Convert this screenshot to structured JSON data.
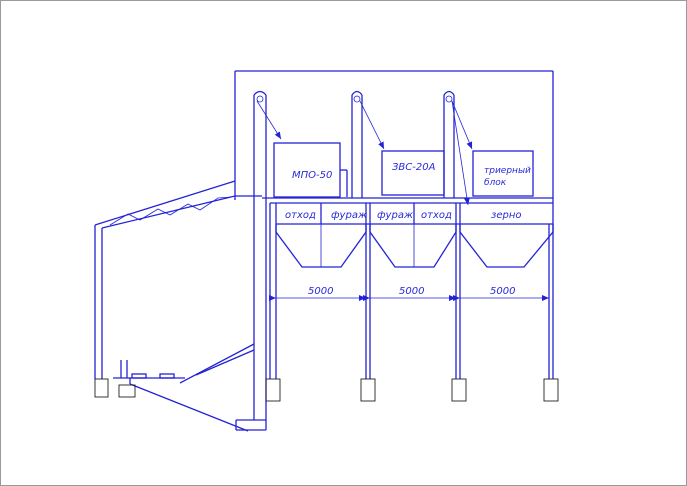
{
  "equipment": {
    "machine_1": "МПО-50",
    "machine_2": "ЗВС-20А",
    "machine_3_line1": "триерный",
    "machine_3_line2": "блок"
  },
  "bins": {
    "bin_1a": "отход",
    "bin_1b": "фураж",
    "bin_2a": "фураж",
    "bin_2b": "отход",
    "bin_3": "зерно"
  },
  "dimensions": {
    "span_1": "5000",
    "span_2": "5000",
    "span_3": "5000"
  },
  "colors": {
    "line": "#2323d6",
    "text": "#2a2ad8",
    "frame": "#9a9a9a"
  }
}
